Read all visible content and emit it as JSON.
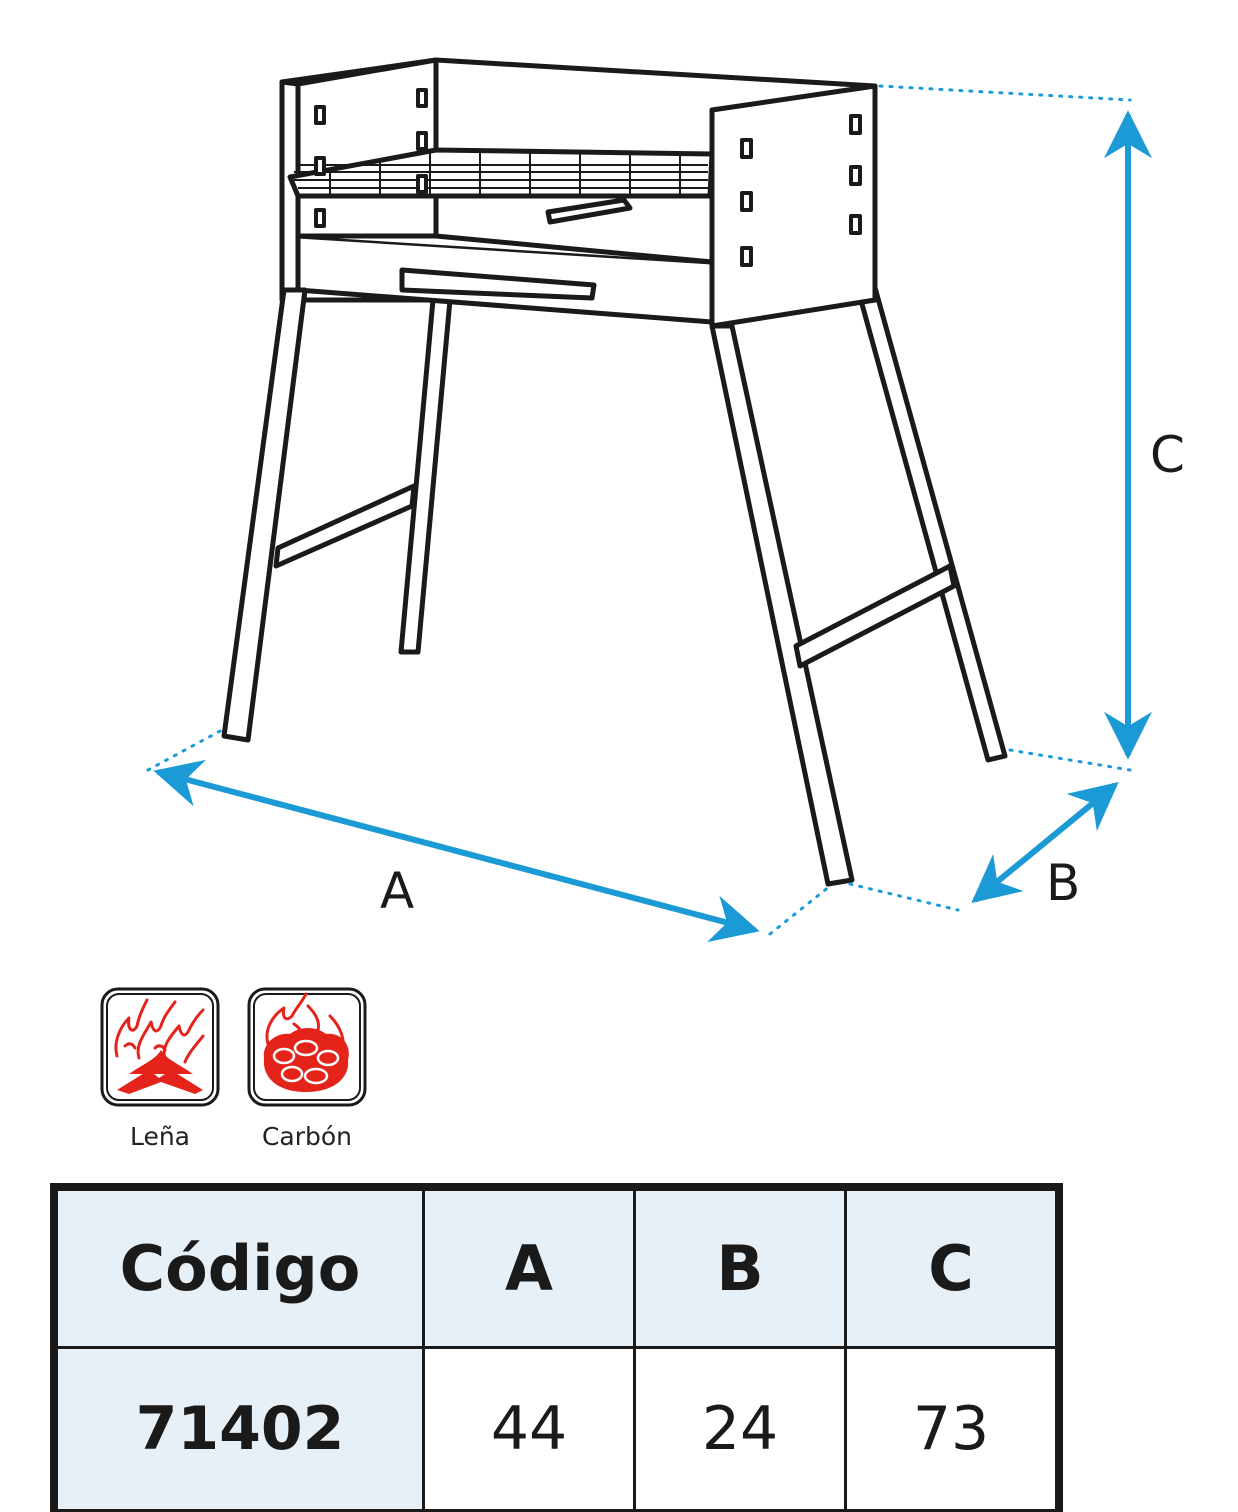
{
  "diagram": {
    "dimensions": {
      "a_label": "A",
      "b_label": "B",
      "c_label": "C"
    },
    "arrow_color": "#1b9ad6",
    "line_color": "#1a1a1a"
  },
  "fuel_types": [
    {
      "label": "Leña",
      "icon": "firewood-flame-icon",
      "color": "#e4231b"
    },
    {
      "label": "Carbón",
      "icon": "charcoal-flame-icon",
      "color": "#e4231b"
    }
  ],
  "spec_table": {
    "headers": [
      "Código",
      "A",
      "B",
      "C"
    ],
    "rows": [
      {
        "code": "71402",
        "a": "44",
        "b": "24",
        "c": "73"
      }
    ],
    "header_bg": "#e8f0f7"
  }
}
